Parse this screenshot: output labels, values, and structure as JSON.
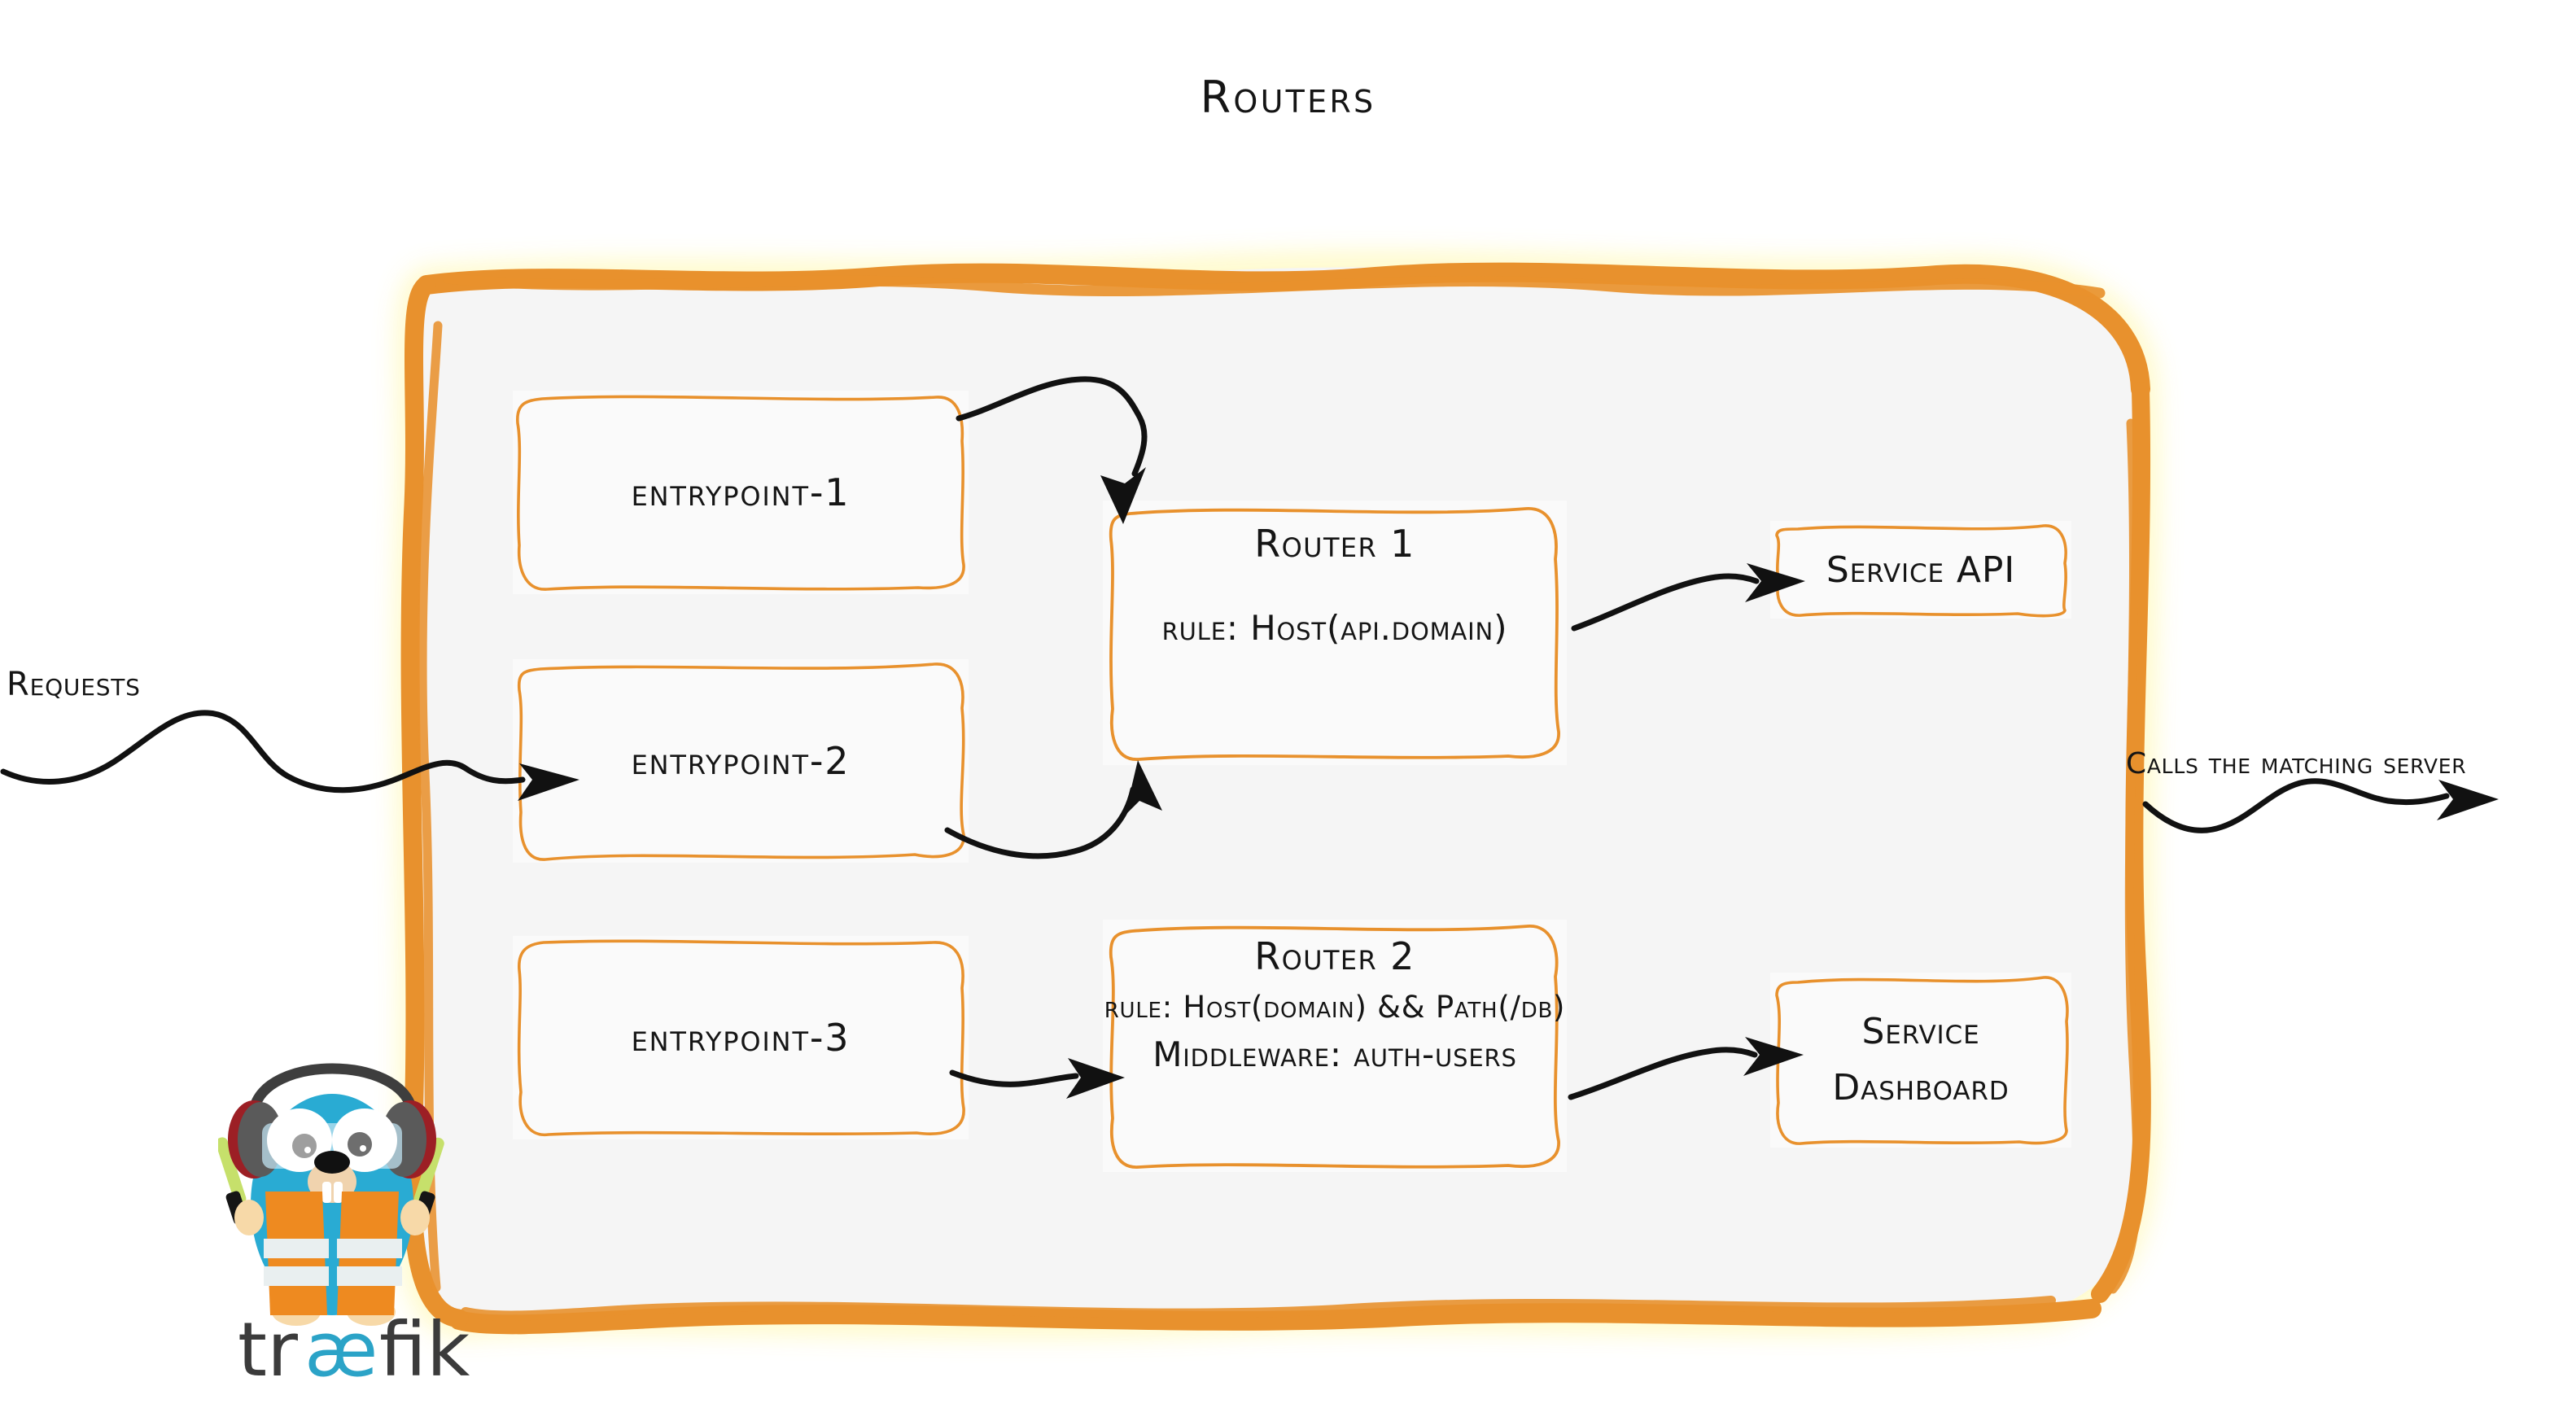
{
  "diagram": {
    "title": "Routers",
    "type": "architecture-flow",
    "background_color": "#ffffff",
    "accent_color": "#E8912D",
    "panel_fill": "#f5f5f5",
    "node_fill": "#fafafa",
    "ink_color": "#151515"
  },
  "edge_labels": {
    "left": "Requests",
    "right": "Calls the matching server"
  },
  "entrypoints": [
    {
      "id": "entrypoint-1",
      "label": "entrypoint-1"
    },
    {
      "id": "entrypoint-2",
      "label": "entrypoint-2"
    },
    {
      "id": "entrypoint-3",
      "label": "entrypoint-3"
    }
  ],
  "routers": [
    {
      "id": "router-1",
      "title": "Router 1",
      "rule": "rule: Host(api.domain)",
      "middleware": null
    },
    {
      "id": "router-2",
      "title": "Router 2",
      "rule": "rule: Host(domain) && Path(/db)",
      "middleware": "Middleware: auth-users"
    }
  ],
  "services": [
    {
      "id": "service-api",
      "line1": "Service API",
      "line2": null
    },
    {
      "id": "service-dashboard",
      "line1": "Service",
      "line2": "Dashboard"
    }
  ],
  "connections": [
    {
      "from": "requests",
      "to": "routers-container"
    },
    {
      "from": "entrypoint-1",
      "to": "router-1"
    },
    {
      "from": "entrypoint-2",
      "to": "router-1"
    },
    {
      "from": "entrypoint-3",
      "to": "router-2"
    },
    {
      "from": "router-1",
      "to": "service-api"
    },
    {
      "from": "router-2",
      "to": "service-dashboard"
    },
    {
      "from": "routers-container",
      "to": "calls-the-matching-server"
    }
  ],
  "logo": {
    "wordmark": "træfik",
    "wordmark_prefix": "tr",
    "wordmark_ligature": "æ",
    "wordmark_suffix": "fik",
    "wordmark_color": "#3b3b3b",
    "ligature_color": "#2BA3C7",
    "mascot": "gopher-mascot",
    "mascot_body_color": "#29ABD3",
    "mascot_vest_color": "#EE8A20"
  }
}
